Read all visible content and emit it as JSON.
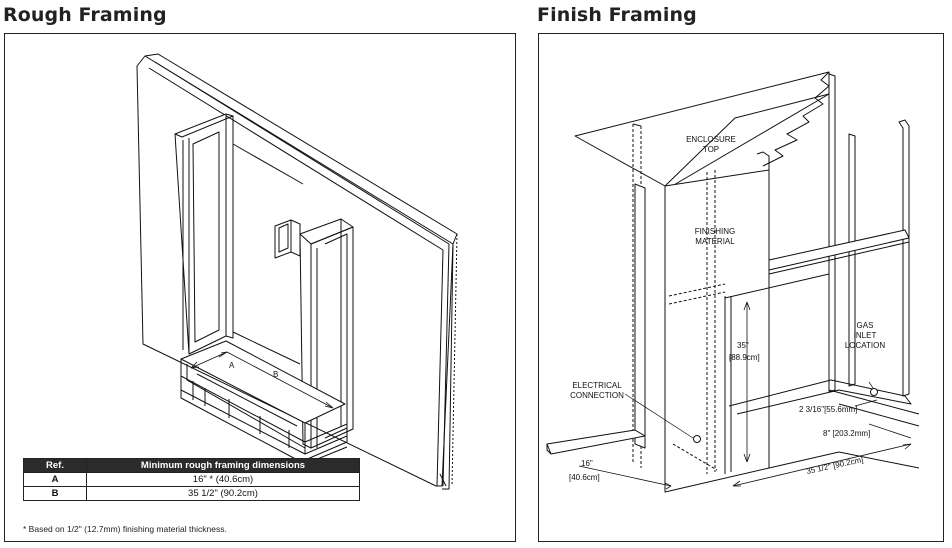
{
  "titles": {
    "left": "Rough Framing",
    "right": "Finish Framing"
  },
  "rough": {
    "labels": {
      "a": "A",
      "b": "B"
    },
    "table": {
      "headers": [
        "Ref.",
        "Minimum rough framing dimensions"
      ],
      "rows": [
        {
          "ref": "A",
          "value": "16\" * (40.6cm)"
        },
        {
          "ref": "B",
          "value": "35 1/2\" (90.2cm)"
        }
      ]
    },
    "footnote": "* Based on 1/2\" (12.7mm) finishing material thickness."
  },
  "finish": {
    "labels": {
      "enclosure_top_1": "ENCLOSURE",
      "enclosure_top_2": "TOP",
      "finishing_1": "FINISHING",
      "finishing_2": "MATERIAL",
      "height_in": "35\"",
      "height_cm": "[88.9cm]",
      "gas_1": "GAS",
      "gas_2": "INLET",
      "gas_3": "LOCATION",
      "electrical_1": "ELECTRICAL",
      "electrical_2": "CONNECTION",
      "dim_gas": "2 3/16\"[55.6mm]",
      "dim_8": "8\" [203.2mm]",
      "dim_16_in": "16\"",
      "dim_16_cm": "[40.6cm]",
      "dim_width": "35 1/2\" [90.2cm]"
    }
  }
}
